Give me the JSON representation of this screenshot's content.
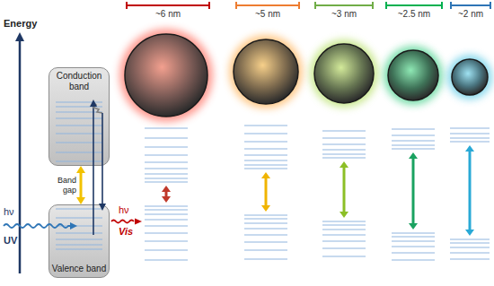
{
  "diagram": {
    "nodes": [
      {
        "text": [
          "Conduction band"
        ]
      },
      {
        "text": [
          "Valence band"
        ]
      }
    ],
    "edges": [
      {
        "from": 0,
        "to": 1,
        "arrow": "both",
        "label": "Band gap"
      }
    ],
    "labels": [
      "Energy",
      "hν",
      "UV",
      "hν",
      "Vis",
      "~6 nm",
      "~5 nm",
      "~3 nm",
      "~2.5 nm",
      "~2 nm"
    ]
  }
}
